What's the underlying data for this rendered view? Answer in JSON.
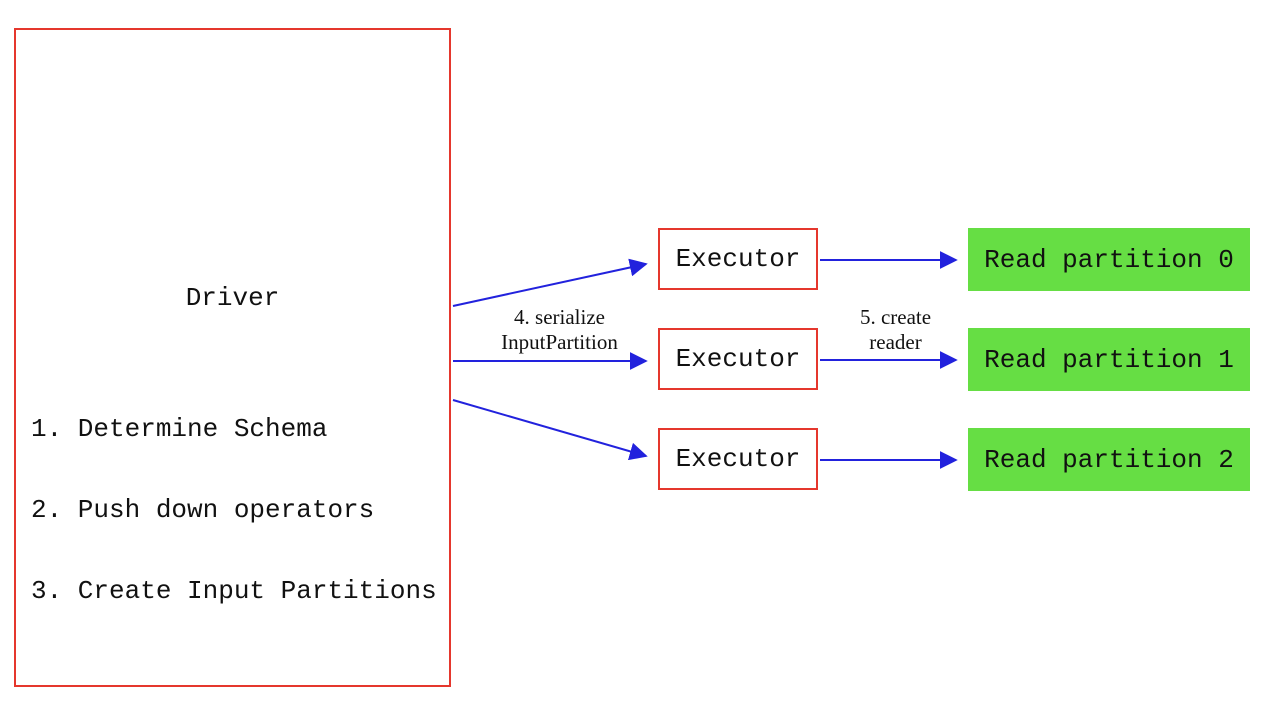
{
  "diagram": {
    "driver": {
      "title": "Driver",
      "steps": [
        "1. Determine Schema",
        "2. Push down operators",
        "3. Create Input Partitions"
      ]
    },
    "executors": [
      {
        "label": "Executor"
      },
      {
        "label": "Executor"
      },
      {
        "label": "Executor"
      }
    ],
    "partitions": [
      {
        "label": "Read partition 0"
      },
      {
        "label": "Read partition 1"
      },
      {
        "label": "Read partition 2"
      }
    ],
    "edge_labels": {
      "serialize": [
        "4. serialize",
        "InputPartition"
      ],
      "reader": [
        "5. create",
        "reader"
      ]
    },
    "colors": {
      "box_border": "#e5372d",
      "arrow": "#2222dd",
      "partition_fill": "#66de44",
      "background": "#ffffff"
    }
  }
}
